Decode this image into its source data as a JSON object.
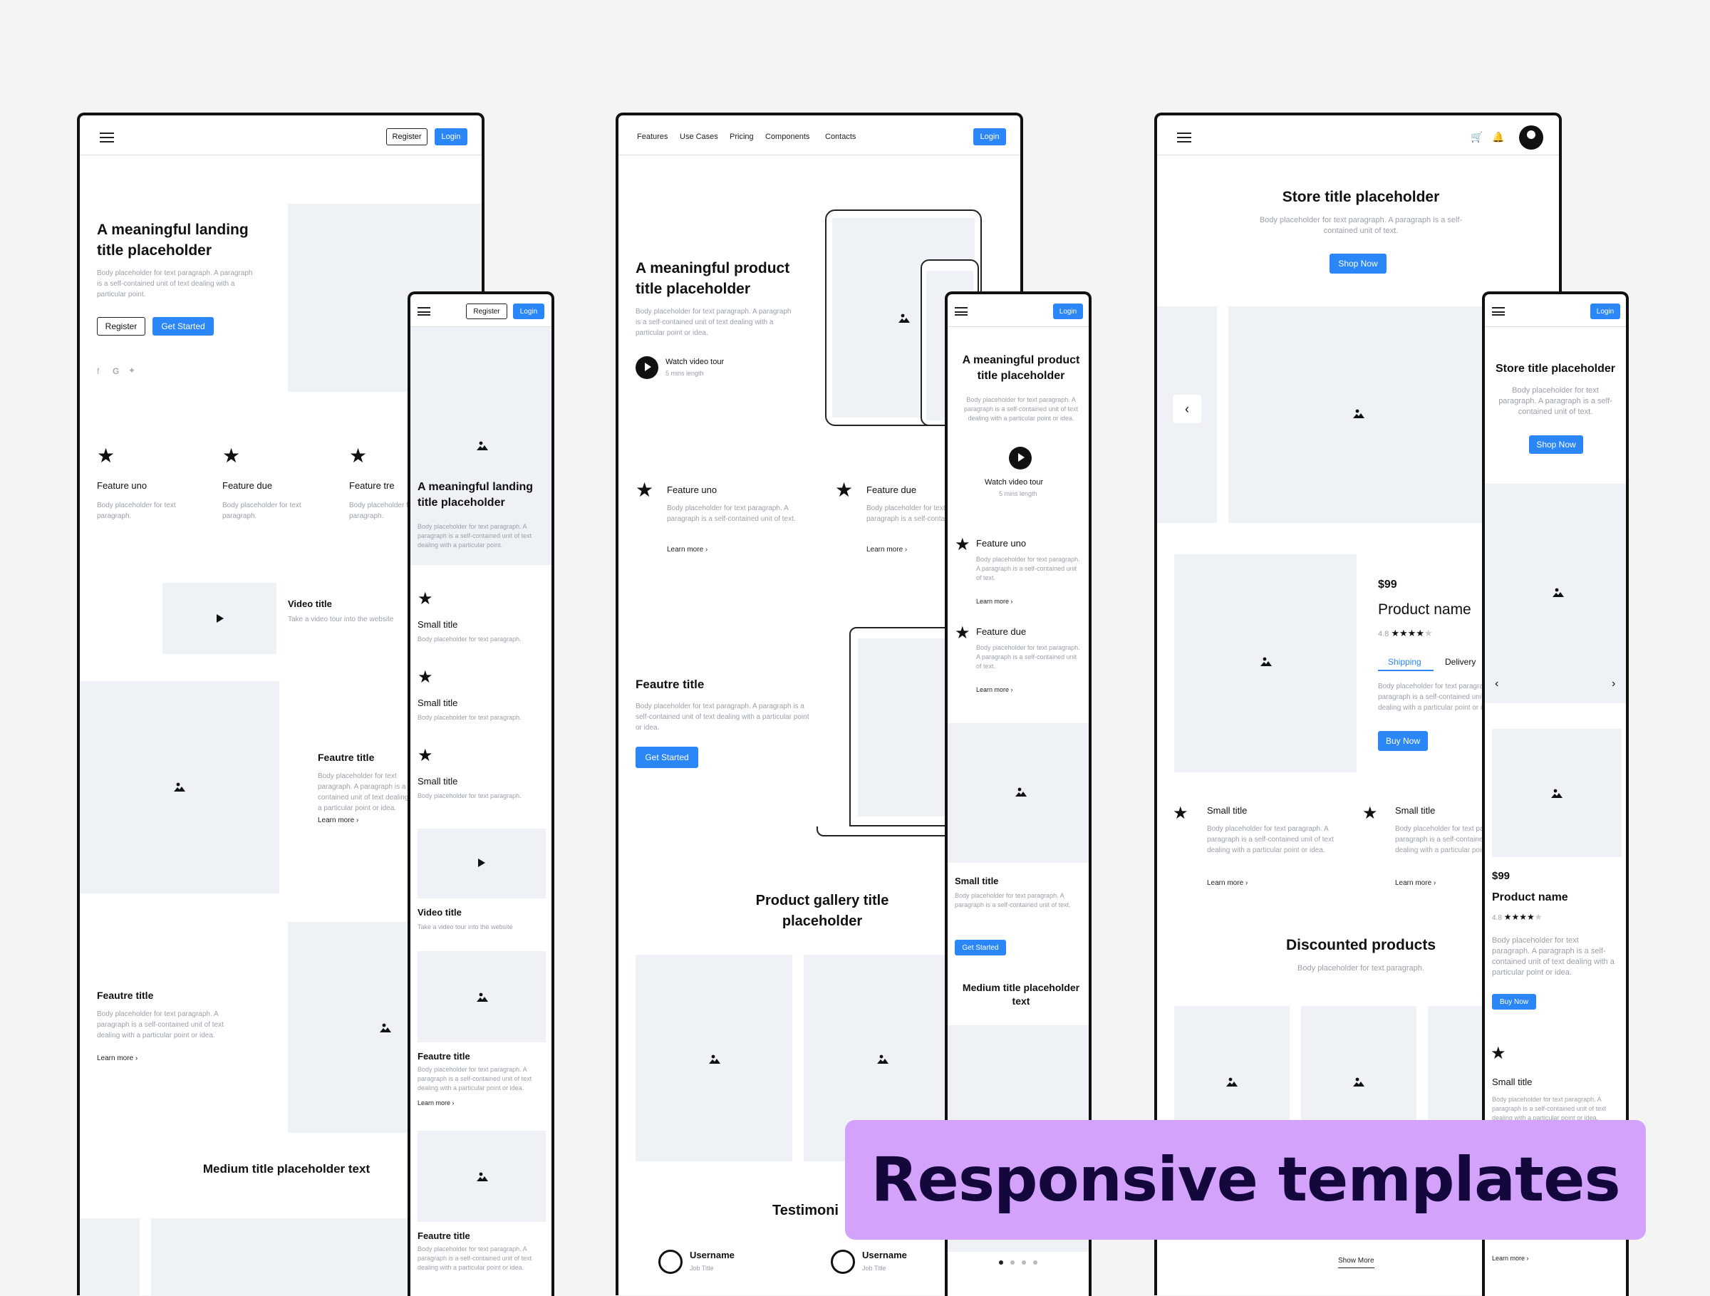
{
  "common": {
    "register": "Register",
    "login": "Login",
    "get_started": "Get Started",
    "learn_more": "Learn more",
    "shop_now": "Shop Now",
    "buy_now": "Buy Now",
    "show_more": "Show More",
    "landing_title": "A meaningful landing title placeholder",
    "product_title": "A meaningful product title placeholder",
    "store_title": "Store title placeholder",
    "body_short": "Body placeholder for text paragraph.",
    "body_2": "Body placeholder for text paragraph. A paragraph is a self-contained unit of text.",
    "body_3": "Body placeholder for text paragraph. A paragraph is a self-contained unit of text dealing with a particular point.",
    "body_4": "Body placeholder for text paragraph. A paragraph is a self-contained unit of text dealing with a particular point or idea.",
    "feature_uno": "Feature uno",
    "feature_due": "Feature due",
    "feature_tre": "Feature tre",
    "small_title": "Small title",
    "video_title": "Video title",
    "video_desc": "Take a video tour into the website",
    "feautre_title": "Feautre title",
    "medium_title": "Medium title placeholder text",
    "watch_video": "Watch video tour",
    "mins": "5 mins length",
    "gallery_title": "Product gallery title placeholder",
    "testimonials": "Testimoni",
    "username": "Username",
    "job_title": "Job Title",
    "price": "$99",
    "product_name": "Product name",
    "rating": "4.8",
    "shipping": "Shipping",
    "delivery": "Delivery",
    "discounted": "Discounted products"
  },
  "nav": {
    "features": "Features",
    "use_cases": "Use Cases",
    "pricing": "Pricing",
    "components": "Components",
    "contacts": "Contacts"
  },
  "banner": {
    "text": "Responsive templates",
    "bg": "#d3a3fb",
    "fg": "#14073b"
  },
  "colors": {
    "accent": "#2b86f7",
    "placeholder": "#eef2f6",
    "page_bg": "#f4f4f4"
  },
  "icons": [
    "menu-icon",
    "star-icon",
    "image-icon",
    "play-icon",
    "facebook-icon",
    "google-icon",
    "twitter-icon",
    "cart-icon",
    "bell-icon",
    "avatar-icon",
    "chevron-right-icon",
    "chevron-left-icon"
  ]
}
